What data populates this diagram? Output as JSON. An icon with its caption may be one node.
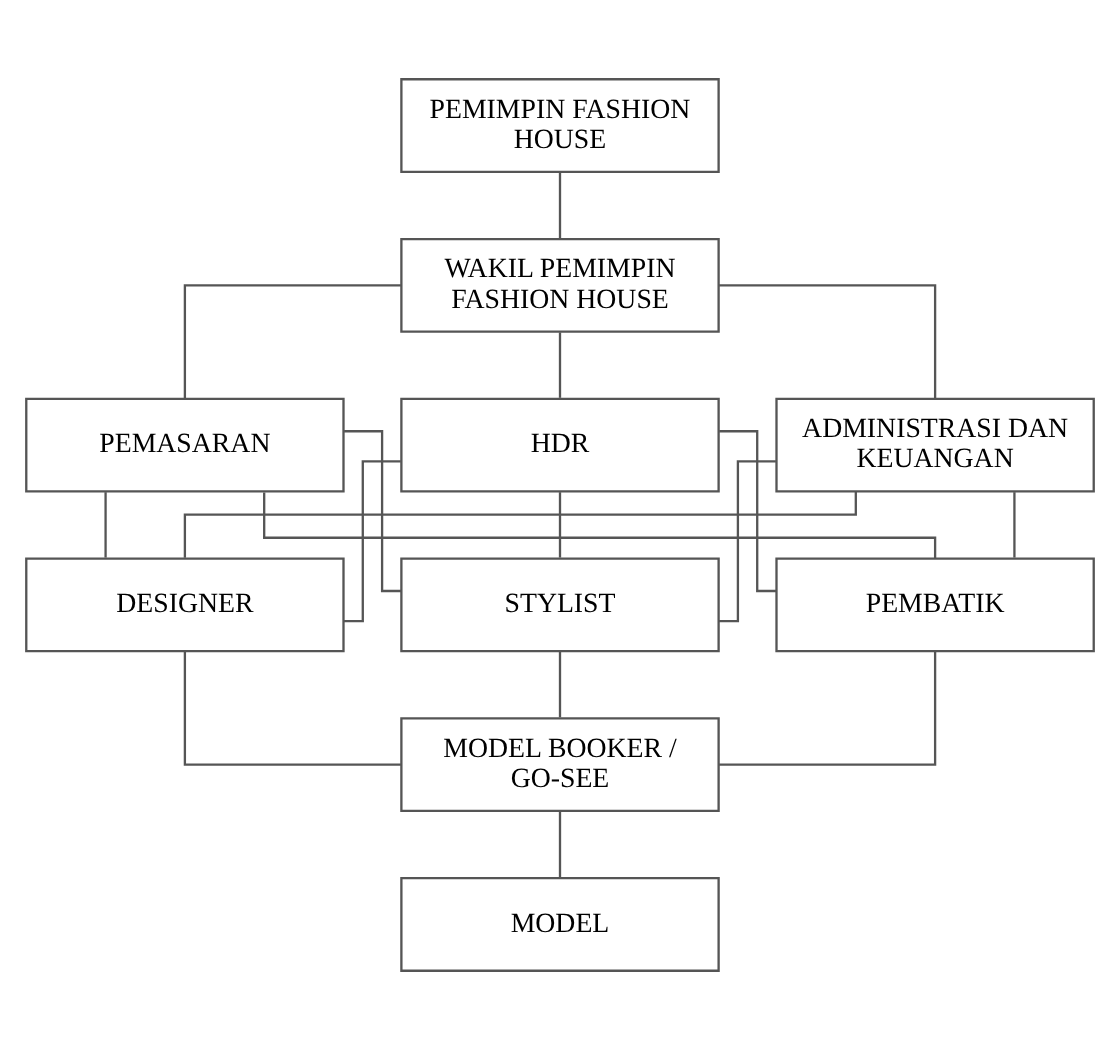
{
  "diagram": {
    "nodes": [
      {
        "text": [
          "PEMIMPIN FASHION HOUSE"
        ]
      },
      {
        "text": [
          "WAKIL PEMIMPIN FASHION HOUSE"
        ]
      },
      {
        "text": [
          "PEMASARAN"
        ]
      },
      {
        "text": [
          "HDR"
        ]
      },
      {
        "text": [
          "ADMINISTRASI DAN KEUANGAN"
        ]
      },
      {
        "text": [
          "DESIGNER"
        ]
      },
      {
        "text": [
          "STYLIST"
        ]
      },
      {
        "text": [
          "PEMBATIK"
        ]
      },
      {
        "text": [
          "MODEL BOOKER / GO-SEE"
        ]
      },
      {
        "text": [
          "MODEL"
        ]
      }
    ],
    "edges": [
      {
        "from": 0,
        "to": 1,
        "arrow": "none"
      },
      {
        "from": 1,
        "to": 2,
        "arrow": "none"
      },
      {
        "from": 1,
        "to": 3,
        "arrow": "none"
      },
      {
        "from": 1,
        "to": 4,
        "arrow": "none"
      },
      {
        "from": 2,
        "to": 5,
        "arrow": "none"
      },
      {
        "from": 2,
        "to": 6,
        "arrow": "none"
      },
      {
        "from": 2,
        "to": 7,
        "arrow": "none"
      },
      {
        "from": 3,
        "to": 5,
        "arrow": "none"
      },
      {
        "from": 3,
        "to": 6,
        "arrow": "none"
      },
      {
        "from": 3,
        "to": 7,
        "arrow": "none"
      },
      {
        "from": 4,
        "to": 5,
        "arrow": "none"
      },
      {
        "from": 4,
        "to": 6,
        "arrow": "none"
      },
      {
        "from": 4,
        "to": 7,
        "arrow": "none"
      },
      {
        "from": 5,
        "to": 8,
        "arrow": "none"
      },
      {
        "from": 6,
        "to": 8,
        "arrow": "none"
      },
      {
        "from": 7,
        "to": 8,
        "arrow": "none"
      },
      {
        "from": 8,
        "to": 9,
        "arrow": "none"
      }
    ]
  }
}
